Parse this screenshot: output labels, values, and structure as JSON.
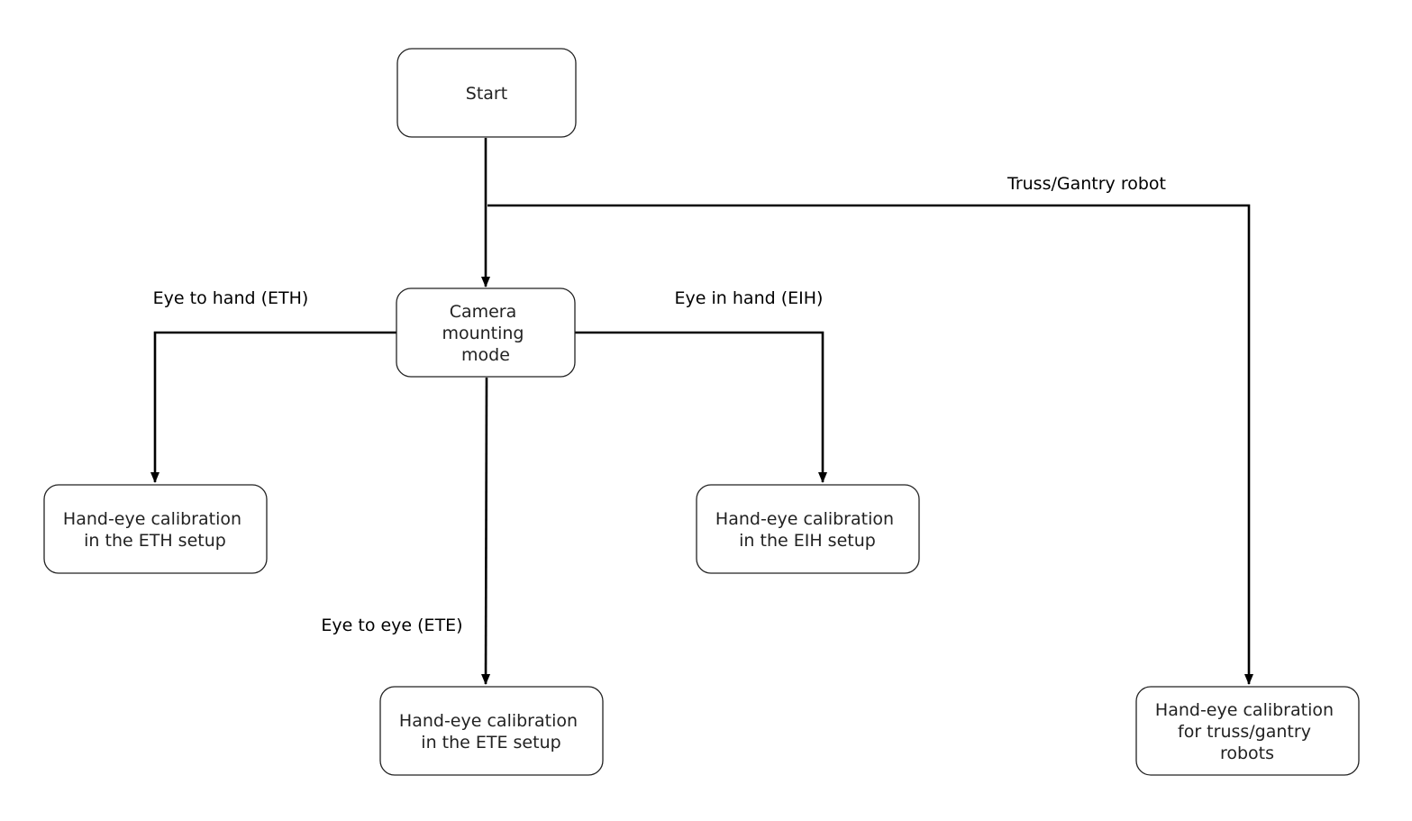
{
  "nodes": {
    "start": [
      "Start"
    ],
    "camera_mode": [
      "Camera",
      "mounting",
      "mode"
    ],
    "eth": [
      "Hand-eye calibration",
      "in the ETH setup"
    ],
    "eih": [
      "Hand-eye calibration",
      "in the EIH setup"
    ],
    "ete": [
      "Hand-eye calibration",
      "in the ETE setup"
    ],
    "truss": [
      "Hand-eye calibration",
      "for truss/gantry",
      "robots"
    ]
  },
  "edges": {
    "eth_label": "Eye to hand (ETH)",
    "eih_label": "Eye in hand (EIH)",
    "ete_label": "Eye to eye (ETE)",
    "truss_label": "Truss/Gantry robot"
  },
  "colors": {
    "stroke": "#222222",
    "arrow": "#000000",
    "background": "#ffffff"
  }
}
